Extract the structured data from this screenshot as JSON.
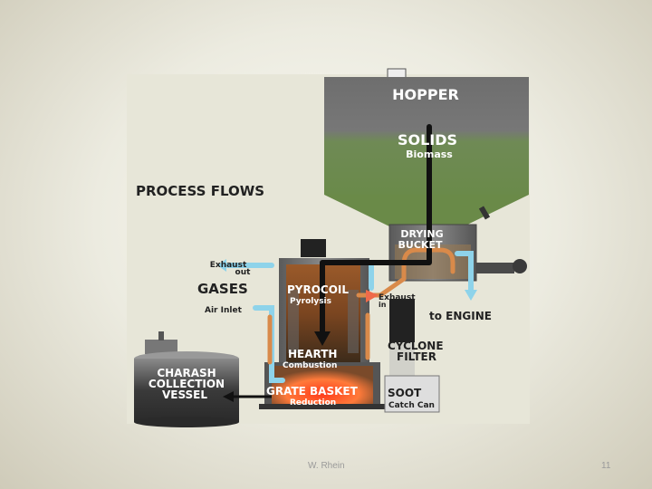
{
  "diagram": {
    "hopper": "HOPPER",
    "solids": "SOLIDS",
    "biomass": "Biomass",
    "process_flows": "PROCESS FLOWS",
    "drying": "DRYING",
    "bucket": "BUCKET",
    "exhaust_out_1": "Exhaust",
    "exhaust_out_2": "out",
    "gases": "GASES",
    "pyrocoil": "PYROCOIL",
    "pyrolysis": "Pyrolysis",
    "exhaust_in_1": "Exhaust",
    "exhaust_in_2": "in",
    "air_inlet": "Air Inlet",
    "to_engine": "to ENGINE",
    "hearth": "HEARTH",
    "combustion": "Combustion",
    "cyclone": "CYCLONE",
    "filter": "FILTER",
    "charash_1": "CHARASH",
    "charash_2": "COLLECTION",
    "charash_3": "VESSEL",
    "grate_basket": "GRATE BASKET",
    "reduction": "Reduction",
    "soot": "SOOT",
    "catch_can": "Catch Can"
  },
  "footer": {
    "author": "W. Rhein",
    "page": "11"
  },
  "colors": {
    "steel": "#6b6b6b",
    "biomass_green": "#5f8f3a",
    "rust": "#8a4b1f",
    "exhaust_blue": "#8ed3ea",
    "flame": "#ff5a2a",
    "black_flow": "#111111"
  }
}
